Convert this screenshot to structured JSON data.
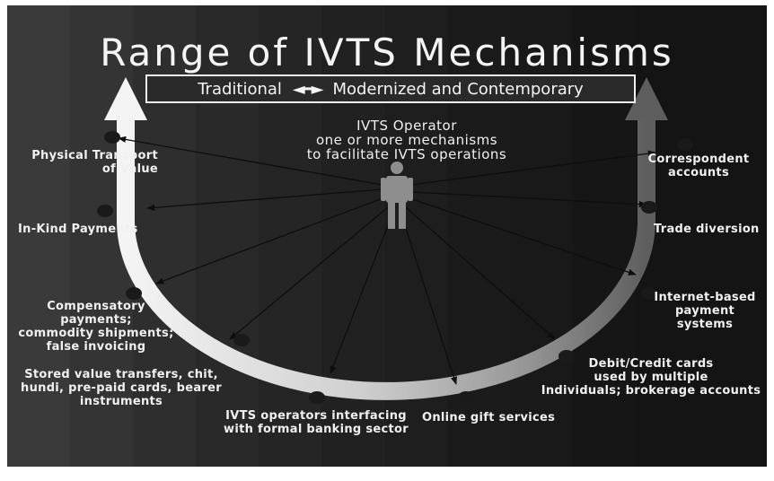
{
  "title": "Range of IVTS Mechanisms",
  "subtitle": {
    "left": "Traditional",
    "arrow": "◄━►",
    "right": "Modernized and Contemporary"
  },
  "operator": "IVTS Operator\none or more mechanisms\nto facilitate IVTS operations",
  "mechanisms": {
    "physical": "Physical Transport\nof Value",
    "in_kind": "In-Kind Payments",
    "compensatory": "Compensatory payments;\ncommodity shipments;\nfalse invoicing",
    "stored_value": "Stored value transfers, chit,\nhundi, pre-paid cards, bearer\ninstruments",
    "formal_banking": "IVTS operators interfacing\nwith formal banking sector",
    "online_gift": "Online gift services",
    "debit_credit": "Debit/Credit cards\nused by multiple\nIndividuals; brokerage accounts",
    "internet_payment": "Internet-based\npayment systems",
    "trade_diversion": "Trade diversion",
    "correspondent": "Correspondent\naccounts"
  },
  "colors": {
    "arc_start": "#f2f2f2",
    "arc_end": "#5a5a5a",
    "connector": "#0e0e0e",
    "text": "#f0f0f0"
  },
  "icons": [
    "person-icon"
  ]
}
